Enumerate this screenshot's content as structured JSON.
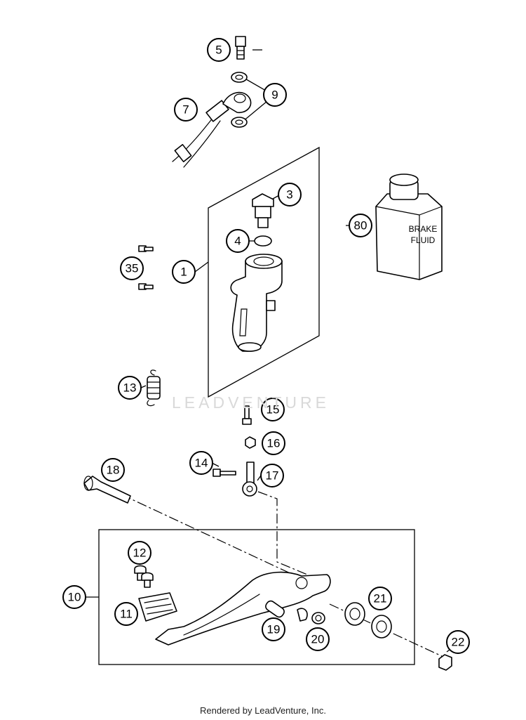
{
  "watermark": "LEADVENTURE",
  "footer": "Rendered by LeadVenture, Inc.",
  "reservoir": {
    "line1": "BRAKE",
    "line2": "FLUID"
  },
  "callouts": [
    "1",
    "3",
    "4",
    "5",
    "7",
    "9",
    "10",
    "11",
    "12",
    "13",
    "14",
    "15",
    "16",
    "17",
    "18",
    "19",
    "20",
    "21",
    "22",
    "35",
    "80"
  ]
}
